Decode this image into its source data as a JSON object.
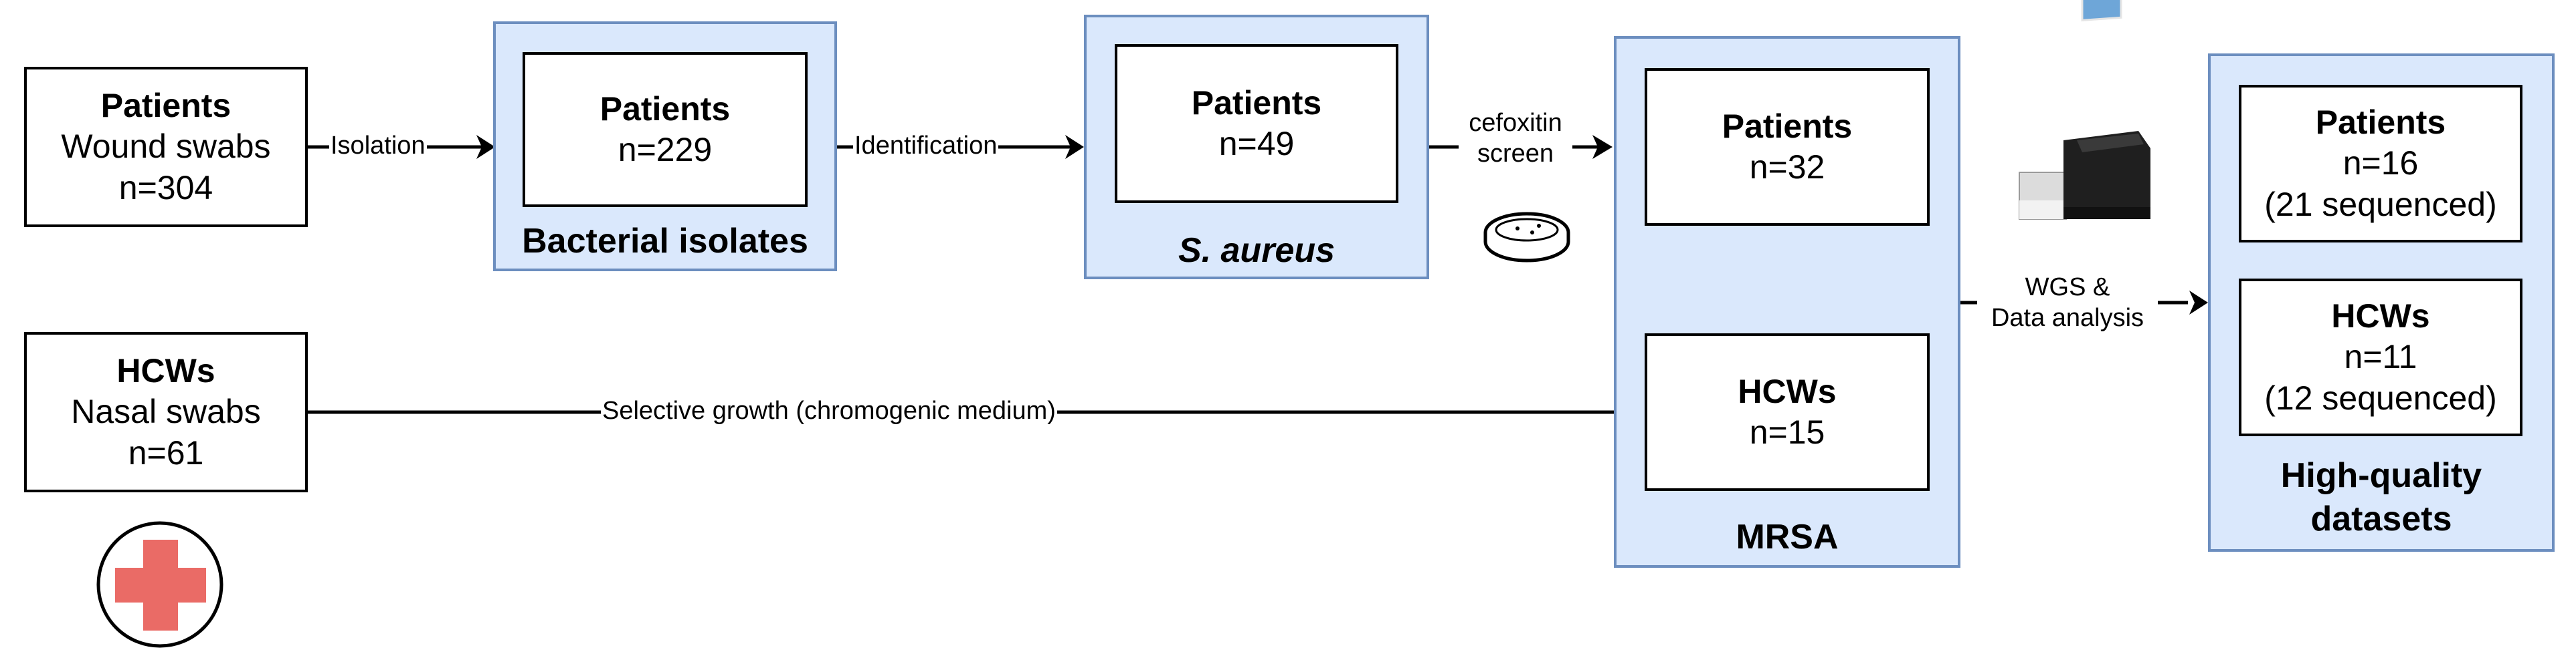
{
  "patients_wound": {
    "title": "Patients",
    "line1": "Wound swabs",
    "line2": "n=304"
  },
  "hcws_nasal": {
    "title": "HCWs",
    "line1": "Nasal swabs",
    "line2": "n=61"
  },
  "bacterial": {
    "title": "Patients",
    "count": "n=229",
    "label": "Bacterial isolates"
  },
  "saureus": {
    "title": "Patients",
    "count": "n=49",
    "label": "S. aureus"
  },
  "mrsa": {
    "label": "MRSA",
    "patients": {
      "title": "Patients",
      "count": "n=32"
    },
    "hcws": {
      "title": "HCWs",
      "count": "n=15"
    }
  },
  "hq": {
    "label_line1": "High-quality",
    "label_line2": "datasets",
    "patients": {
      "title": "Patients",
      "count": "n=16",
      "note": "(21 sequenced)"
    },
    "hcws": {
      "title": "HCWs",
      "count": "n=11",
      "note": "(12 sequenced)"
    }
  },
  "edges": {
    "isolation": "Isolation",
    "identification": "Identification",
    "cefoxitin_line1": "cefoxitin",
    "cefoxitin_line2": "screen",
    "selective": "Selective growth (chromogenic medium)",
    "wgs_line1": "WGS &",
    "wgs_line2": "Data analysis"
  },
  "colors": {
    "group_fill": "#dae8fc",
    "group_border": "#6c8ebf",
    "cross": "#ea6b66"
  },
  "icons": [
    "petri-dish-icon",
    "sequencer-icon",
    "hospital-cross-icon"
  ]
}
